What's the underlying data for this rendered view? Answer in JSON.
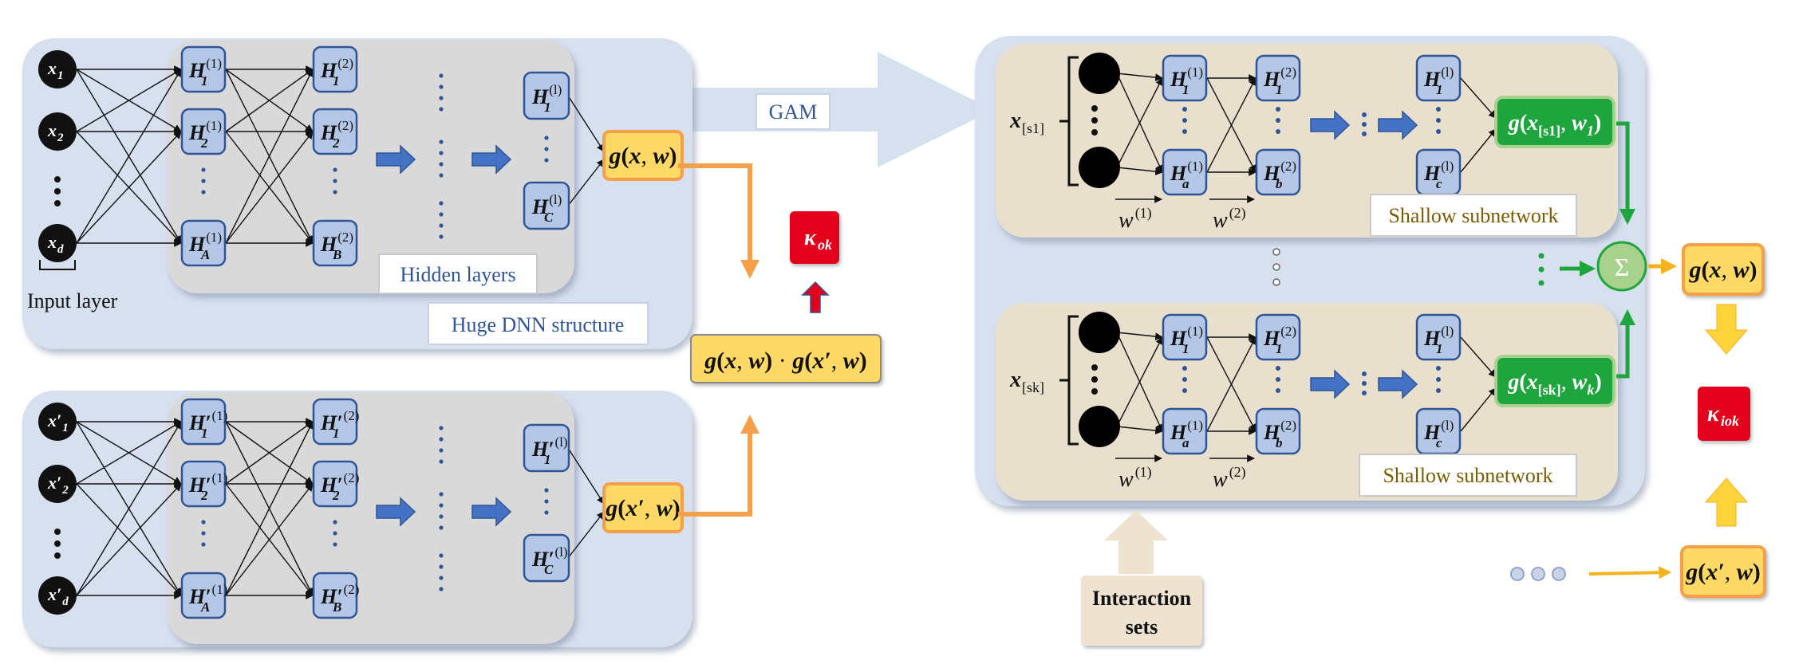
{
  "colors": {
    "panel_blue": "#d7e0ef",
    "panel_gray": "#d9d9d9",
    "panel_tan": "#e8dfcc",
    "node_fill": "#b4c7e7",
    "node_stroke": "#2f5597",
    "arrow_blue": "#4472c4",
    "yellow": "#ffd966",
    "orange": "#f4b183",
    "green": "#1fa53e",
    "red": "#e3001b",
    "label_blue": "#2f5597",
    "label_brown": "#7a5c00"
  },
  "left": {
    "input_layer_label": "Input layer",
    "hidden_layers_label": "Hidden layers",
    "huge_dnn_label": "Huge DNN structure",
    "gam_label": "GAM"
  },
  "middle": {
    "kappa_ok": "κ",
    "kappa_ok_sub": "ok"
  },
  "right": {
    "shallow_label_1": "Shallow subnetwork",
    "shallow_label_2": "Shallow subnetwork",
    "interaction_sets_line1": "Interaction",
    "interaction_sets_line2": "sets",
    "sigma": "Σ",
    "kappa_iok": "κ",
    "kappa_iok_sub": "iok"
  }
}
